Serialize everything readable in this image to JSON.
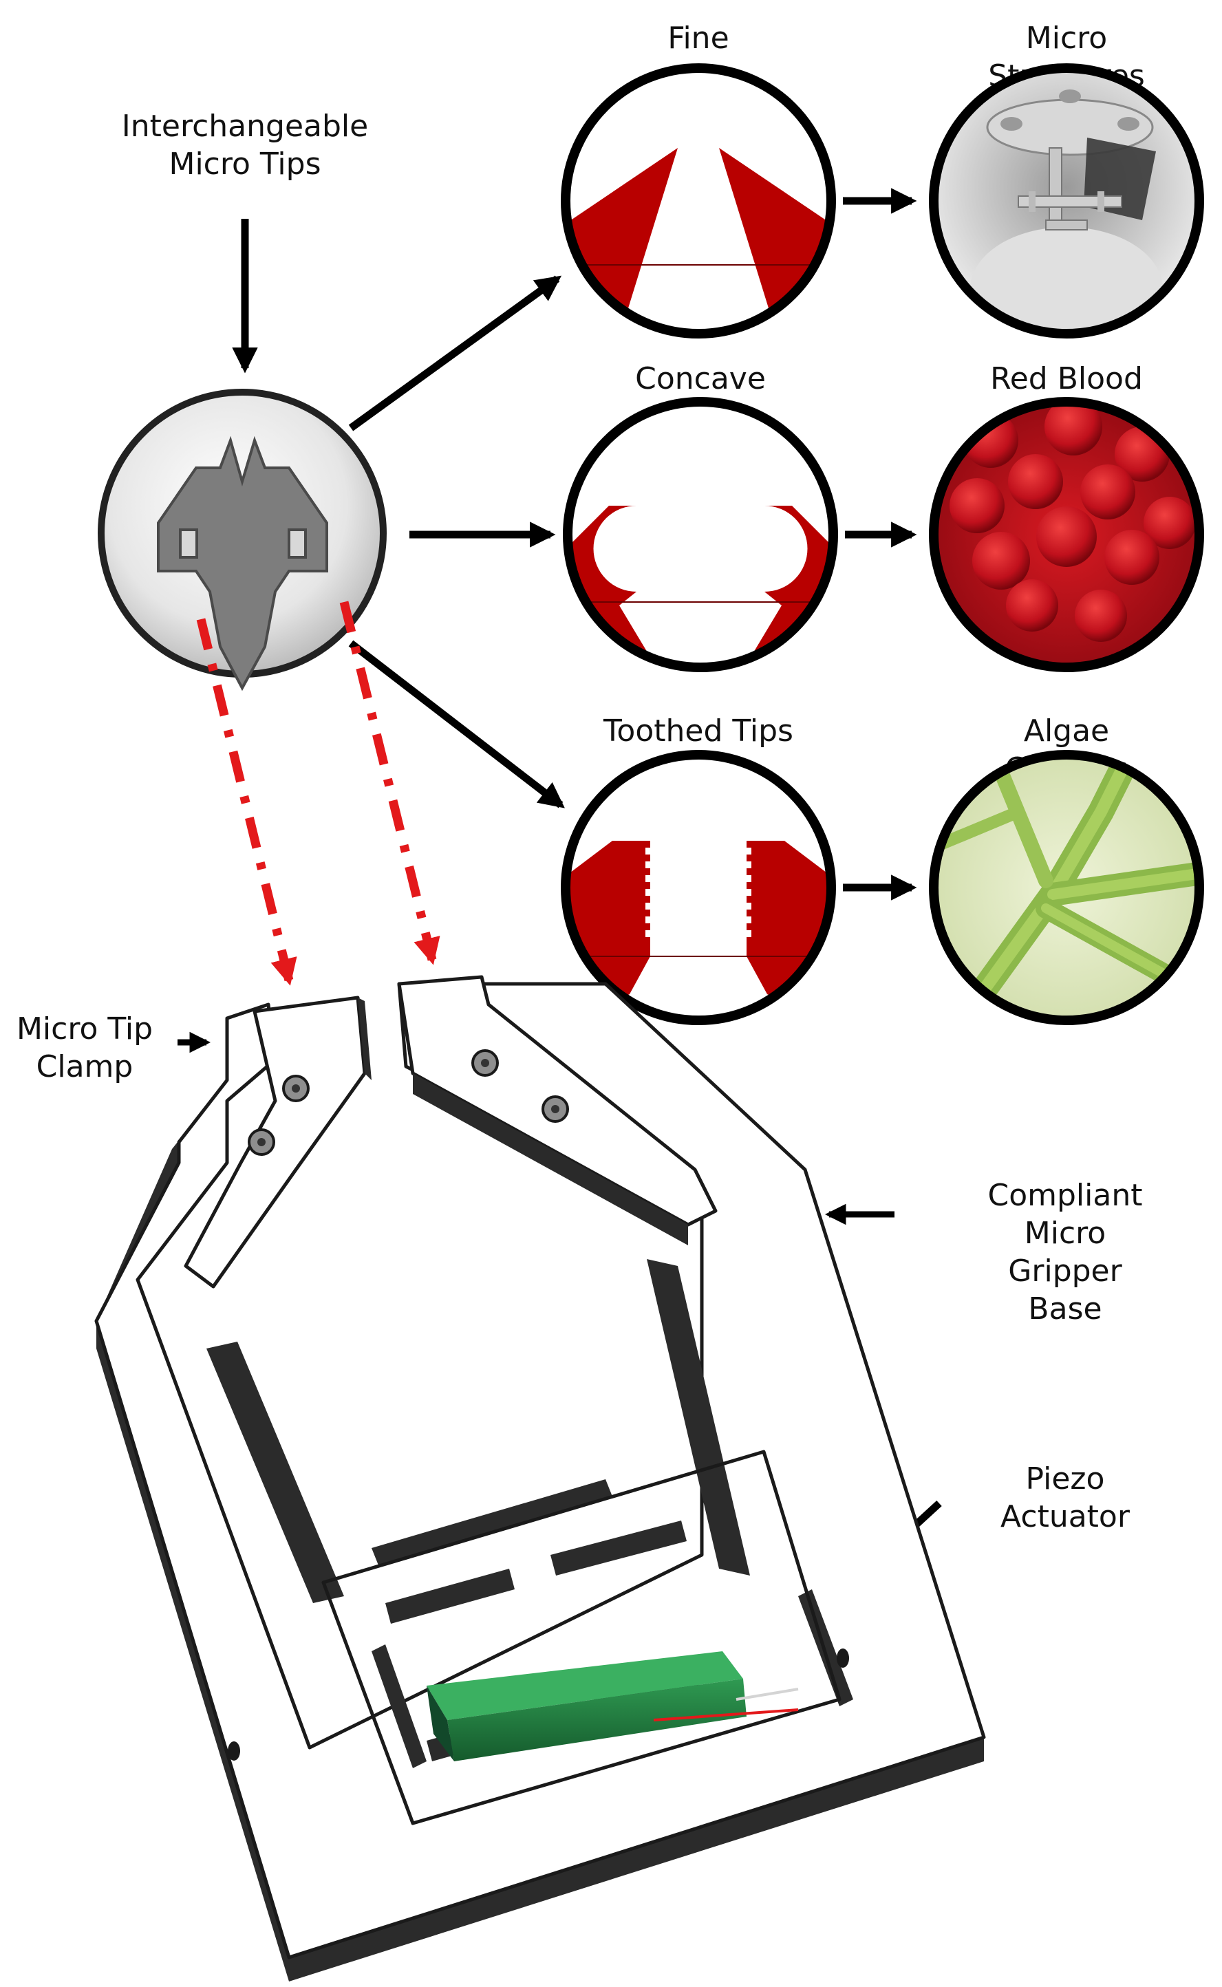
{
  "labels": {
    "interchangeable": "Interchangeable\nMicro Tips",
    "fine": "Fine",
    "micro_structures": "Micro Structures",
    "concave": "Concave",
    "red_blood": "Red Blood",
    "toothed_tips": "Toothed Tips",
    "algae_clusters": "Algae Clusters",
    "micro_tip_clamp": "Micro Tip\nClamp",
    "compliant_base": "Compliant Micro\nGripper Base",
    "piezo_actuator": "Piezo Actuator"
  },
  "colors": {
    "tip_red": "#b80000",
    "arrow_black": "#000000",
    "dash_red": "#e3191b",
    "piezo_green": "#1f7a3e",
    "blood_red": "#c0101c",
    "algae_green": "#8cb84a"
  }
}
